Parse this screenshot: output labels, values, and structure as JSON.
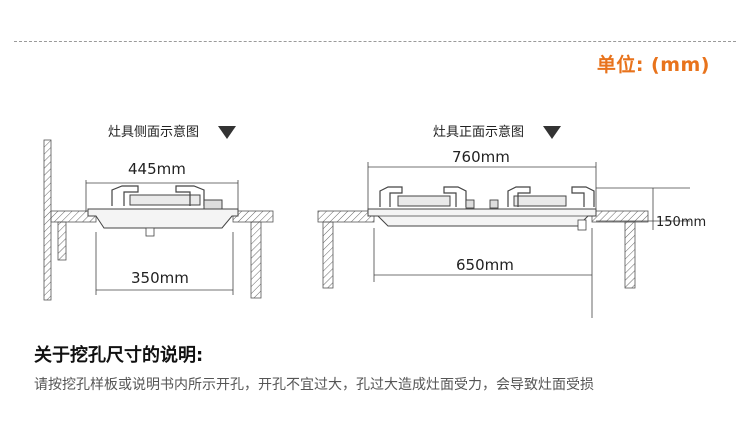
{
  "unit_label": "单位: (mm)",
  "side_view": {
    "title": "灶具侧面示意图",
    "top_dimension": "445mm",
    "bottom_dimension": "350mm"
  },
  "front_view": {
    "title": "灶具正面示意图",
    "top_dimension": "760mm",
    "bottom_dimension": "650mm",
    "height_dimension": "150mm"
  },
  "instructions": {
    "title": "关于挖孔尺寸的说明:",
    "text": "请按挖孔样板或说明书内所示开孔，开孔不宜过大，孔过大造成灶面受力，会导致灶面受损"
  },
  "colors": {
    "accent": "#e8731c",
    "line": "#4a4a4a"
  },
  "icons": [
    "triangle-down-icon",
    "triangle-down-icon"
  ]
}
